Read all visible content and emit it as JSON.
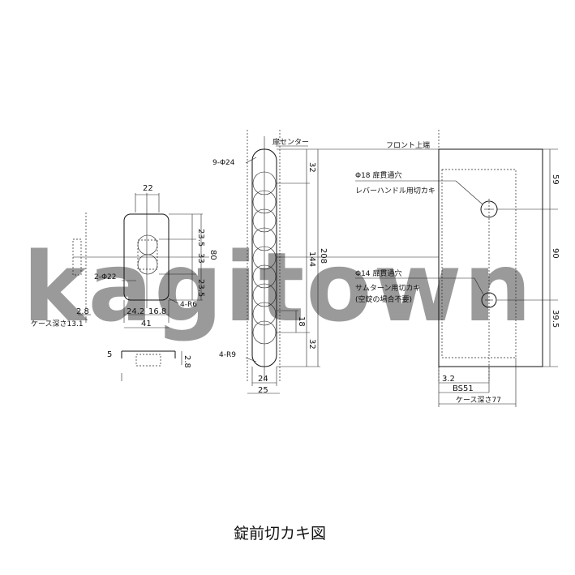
{
  "caption": "錠前切カキ図",
  "watermark": "kagitown",
  "left_view": {
    "dims": {
      "w22": "22",
      "r23_5_top": "23.5",
      "r33": "33",
      "r23_5_bot": "23.5",
      "h80": "80",
      "holes": "2-Φ22",
      "r6": "4-R6",
      "w24_2": "24.2",
      "w16_8": "16.8",
      "w41": "41",
      "d2_8": "2.8",
      "case_depth": "ケース深さ13.1",
      "side5": "5",
      "side2_8": "2.8"
    }
  },
  "middle_view": {
    "dims": {
      "door_center": "扉センター",
      "holes": "9-Φ24",
      "d32_top": "32",
      "d144": "144",
      "d208": "208",
      "d18": "18",
      "d32_bot": "32",
      "r9": "4-R9",
      "w24": "24",
      "w25": "25"
    }
  },
  "right_view": {
    "dims": {
      "front_top": "フロント上端",
      "hole18": "Φ18 扉貫通穴",
      "hole18_note": "レバーハンドル用切カキ",
      "hole14": "Φ14 扉貫通穴",
      "hole14_note1": "サムターン用切カキ",
      "hole14_note2": "(空錠の場合不要)",
      "d59": "59",
      "d90": "90",
      "d39_5": "39.5",
      "d3_2": "3.2",
      "bs": "BS51",
      "case_depth": "ケース深さ77"
    }
  }
}
